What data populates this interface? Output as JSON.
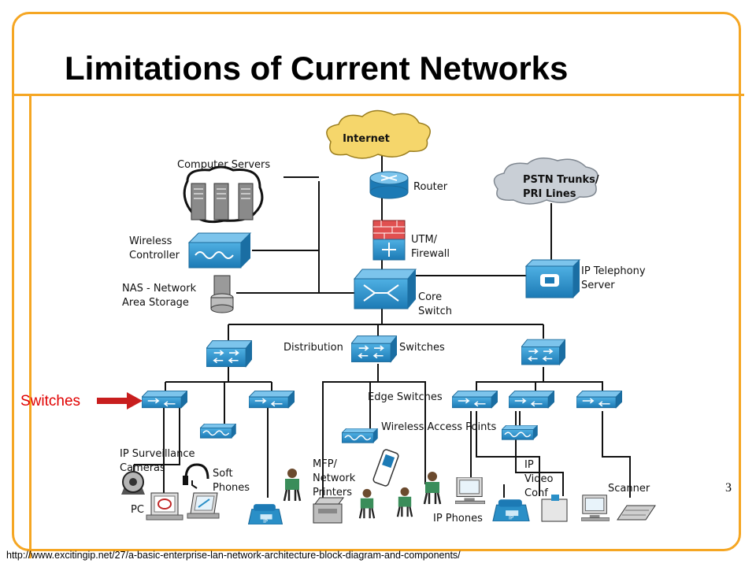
{
  "slide": {
    "title": "Limitations of Current Networks",
    "page_number": "3",
    "callout_label": "Switches",
    "source_url": "http://www.excitingip.net/27/a-basic-enterprise-lan-network-architecture-block-diagram-and-components/"
  },
  "diagram": {
    "internet": "Internet",
    "router": "Router",
    "pstn": [
      "PSTN Trunks/",
      "PRI Lines"
    ],
    "computer_servers": "Computer Servers",
    "wireless_controller": [
      "Wireless",
      "Controller"
    ],
    "firewall": [
      "UTM/",
      "Firewall"
    ],
    "ip_telephony": [
      "IP Telephony",
      "Server"
    ],
    "nas": [
      "NAS - Network",
      "Area Storage"
    ],
    "core_switch": [
      "Core",
      "Switch"
    ],
    "distribution_left": "Distribution",
    "distribution_right": "Switches",
    "edge_switches": "Edge Switches",
    "wireless_ap": "Wireless Access Points",
    "ip_cameras": [
      "IP Surveillance",
      "Cameras"
    ],
    "soft_phones": [
      "Soft",
      "Phones"
    ],
    "pc": "PC",
    "mfp": [
      "MFP/",
      "Network",
      "Printers"
    ],
    "ip_phones": "IP Phones",
    "ip_video": [
      "IP",
      "Video",
      "Conf"
    ],
    "scanner": "Scanner"
  },
  "colors": {
    "frame": "#f5a623",
    "callout": "#e00000",
    "device_blue": "#2a8fc7",
    "cloud": "#f5d66b",
    "cloud_gray": "#c9cfd6",
    "firewall_red": "#e05050"
  }
}
